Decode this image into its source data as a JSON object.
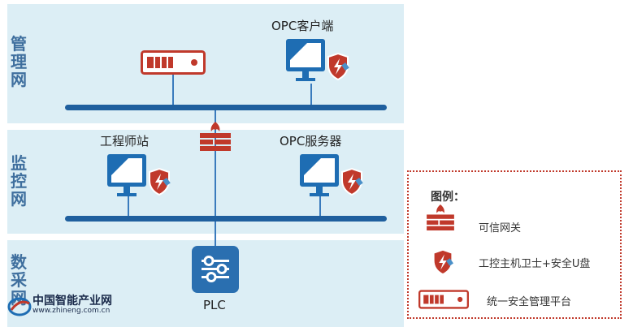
{
  "zones": {
    "management": "管\n理\n网",
    "monitoring": "监\n控\n网",
    "acquisition": "数\n采\n网"
  },
  "nodes": {
    "opc_client": "OPC客户端",
    "engineering_station": "工程师站",
    "opc_server": "OPC服务器",
    "plc": "PLC"
  },
  "legend": {
    "title": "图例：",
    "firewall": "可信网关",
    "guard": "工控主机卫士+安全U盘",
    "platform": "统一安全管理平台"
  },
  "watermark": {
    "name": "中国智能产业网",
    "url": "www.zhineng.com.cn"
  },
  "colors": {
    "zone_bg": "#dceef5",
    "bus": "#1f5f9e",
    "security_red": "#c0392b",
    "plc_blue": "#2a6fb0"
  }
}
